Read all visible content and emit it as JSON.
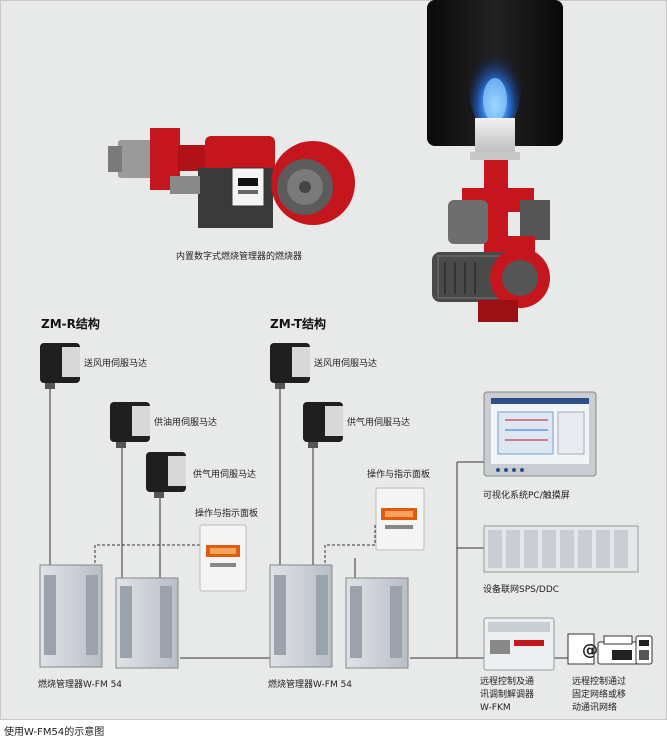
{
  "burner_caption": "内置数字式燃烧管理器的燃烧器",
  "zm_r": {
    "title": "ZM-R结构",
    "actuator_air": "送风用伺服马达",
    "actuator_oil": "供油用伺服马达",
    "actuator_gas": "供气用伺服马达",
    "panel": "操作与指示面板",
    "manager": "燃烧管理器W-FM 54"
  },
  "zm_t": {
    "title": "ZM-T结构",
    "actuator_air": "送风用伺服马达",
    "actuator_gas": "供气用伺服马达",
    "panel": "操作与指示面板",
    "manager": "燃烧管理器W-FM 54"
  },
  "right": {
    "pc_label": "可视化系统PC/触摸屏",
    "sps_label": "设备联网SPS/DDC",
    "fkm_label": [
      "远程控制及通",
      "讯调制解调器",
      "W-FKM"
    ],
    "remote_label": [
      "远程控制通过",
      "固定网络或移",
      "动通讯网络"
    ],
    "at_symbol": "@"
  },
  "figure_caption": "使用W-FM54的示意图",
  "colors": {
    "burner_red": "#c4161c",
    "panel_bg": "#e8e9e9",
    "flame_blue": "#2a6fd6"
  }
}
